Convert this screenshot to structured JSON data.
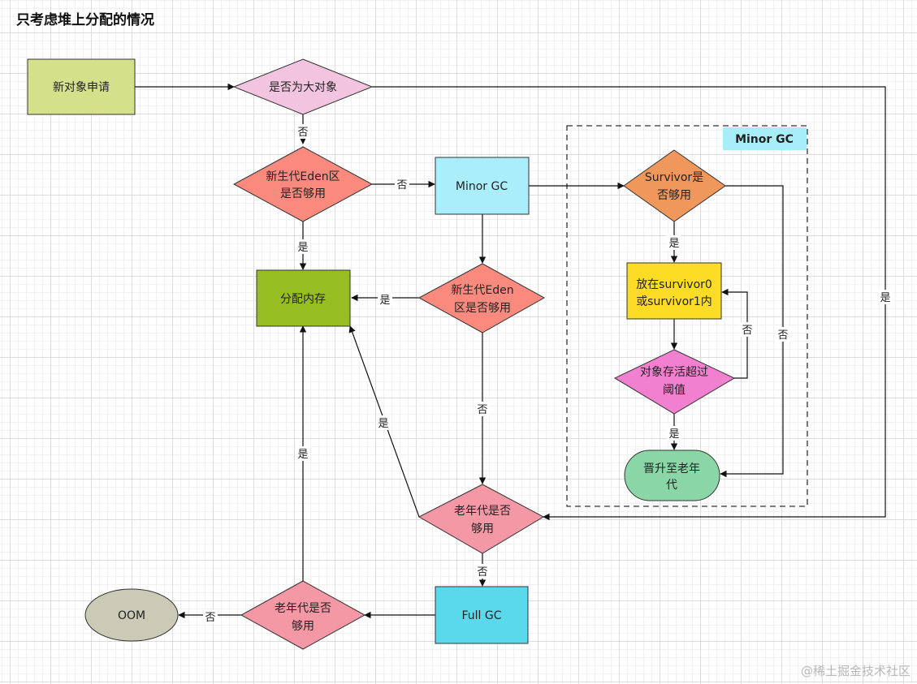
{
  "title": "只考虑堆上分配的情况",
  "watermark": "@稀土掘金技术社区",
  "group": {
    "label": "Minor GC",
    "label_fill": "#a8eef8"
  },
  "nodes": {
    "new_request": {
      "lines": [
        "新对象申请"
      ],
      "fill": "#d4e08a"
    },
    "large_object": {
      "lines": [
        "是否为大对象"
      ],
      "fill": "#f2c4e0"
    },
    "eden_enough_1": {
      "lines": [
        "新生代Eden区",
        "是否够用"
      ],
      "fill": "#fa8a7e"
    },
    "minor_gc": {
      "lines": [
        "Minor GC"
      ],
      "fill": "#aaeefc"
    },
    "survivor": {
      "lines": [
        "Survivor是",
        "否够用"
      ],
      "fill": "#f0975c"
    },
    "allocate": {
      "lines": [
        "分配内存"
      ],
      "fill": "#96bd22"
    },
    "eden_enough_2": {
      "lines": [
        "新生代Eden",
        "区是否够用"
      ],
      "fill": "#fa8a7e"
    },
    "put_survivor": {
      "lines": [
        "放在survivor0",
        "或survivor1内"
      ],
      "fill": "#fcdc24"
    },
    "age_threshold": {
      "lines": [
        "对象存活超过",
        "阈值"
      ],
      "fill": "#f280d0"
    },
    "promote": {
      "lines": [
        "晋升至老年",
        "代"
      ],
      "fill": "#8ad6a6"
    },
    "old_enough_1": {
      "lines": [
        "老年代是否",
        "够用"
      ],
      "fill": "#f598a6"
    },
    "full_gc": {
      "lines": [
        "Full GC"
      ],
      "fill": "#5ad8ec"
    },
    "old_enough_2": {
      "lines": [
        "老年代是否",
        "够用"
      ],
      "fill": "#f598a6"
    },
    "oom": {
      "lines": [
        "OOM"
      ],
      "fill": "#cacab6"
    }
  },
  "edges": [
    {
      "from": "new_request",
      "to": "large_object",
      "label": ""
    },
    {
      "from": "large_object",
      "to": "eden_enough_1",
      "label": "否"
    },
    {
      "from": "large_object",
      "to": "old_enough_1",
      "label": "是"
    },
    {
      "from": "eden_enough_1",
      "to": "minor_gc",
      "label": "否"
    },
    {
      "from": "eden_enough_1",
      "to": "allocate",
      "label": "是"
    },
    {
      "from": "minor_gc",
      "to": "survivor",
      "label": ""
    },
    {
      "from": "minor_gc",
      "to": "eden_enough_2",
      "label": ""
    },
    {
      "from": "survivor",
      "to": "put_survivor",
      "label": "是"
    },
    {
      "from": "survivor",
      "to": "promote",
      "label": "否"
    },
    {
      "from": "put_survivor",
      "to": "age_threshold",
      "label": ""
    },
    {
      "from": "age_threshold",
      "to": "put_survivor",
      "label": "否"
    },
    {
      "from": "age_threshold",
      "to": "promote",
      "label": "是"
    },
    {
      "from": "eden_enough_2",
      "to": "allocate",
      "label": "是"
    },
    {
      "from": "eden_enough_2",
      "to": "old_enough_1",
      "label": "否"
    },
    {
      "from": "old_enough_1",
      "to": "allocate",
      "label": "是"
    },
    {
      "from": "old_enough_1",
      "to": "full_gc",
      "label": "否"
    },
    {
      "from": "full_gc",
      "to": "old_enough_2",
      "label": ""
    },
    {
      "from": "old_enough_2",
      "to": "allocate",
      "label": "是"
    },
    {
      "from": "old_enough_2",
      "to": "oom",
      "label": "否"
    }
  ]
}
